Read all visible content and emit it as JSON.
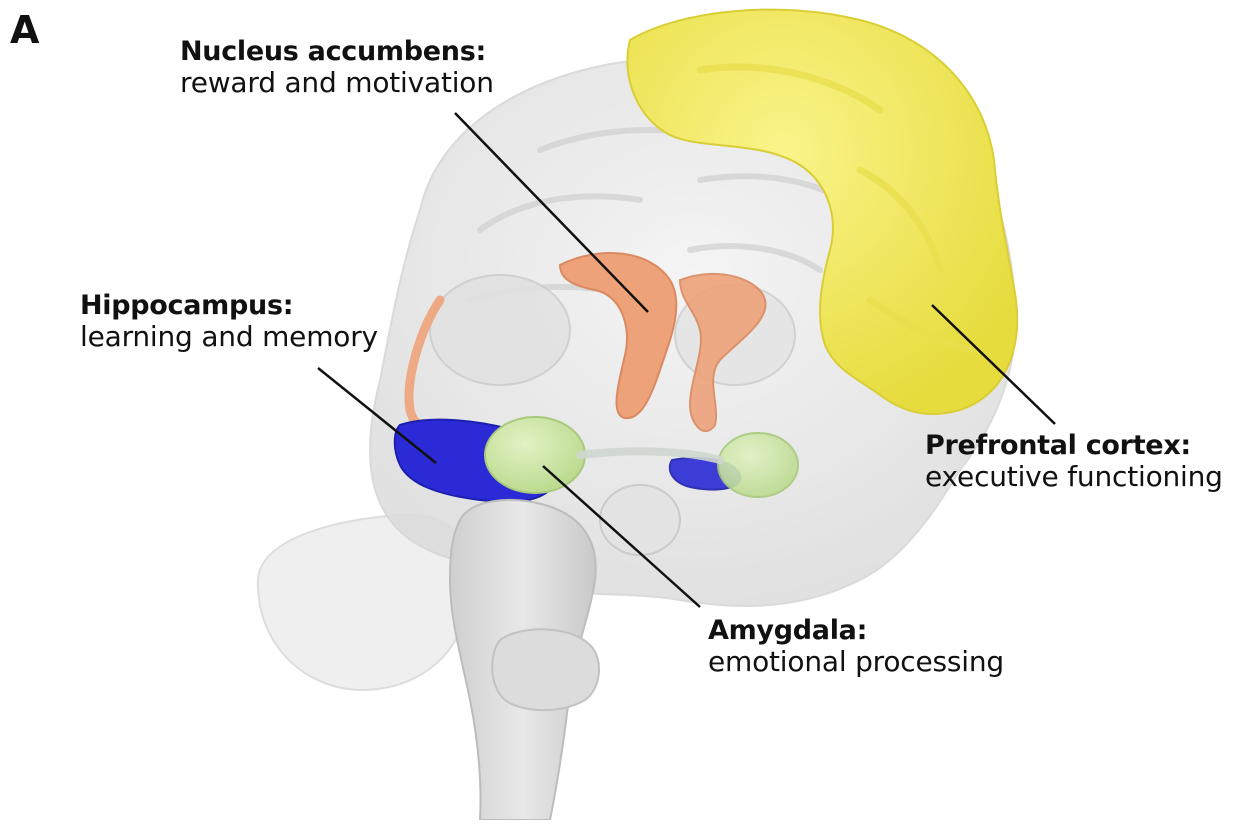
{
  "panel_letter": "A",
  "structures": {
    "nucleus_accumbens": {
      "name": "Nucleus accumbens:",
      "function": "reward and motivation"
    },
    "hippocampus": {
      "name": "Hippocampus:",
      "function": "learning and memory"
    },
    "prefrontal_cortex": {
      "name": "Prefrontal cortex:",
      "function": "executive functioning"
    },
    "amygdala": {
      "name": "Amygdala:",
      "function": "emotional processing"
    }
  },
  "colors": {
    "brain_tissue": "#e6e6e6",
    "brainstem": "#d6d6d6",
    "prefrontal_cortex": "#f2ea5e",
    "nucleus_accumbens": "#eea27a",
    "hippocampus": "#2a2bd6",
    "amygdala": "#cfe6a6",
    "leader_line": "#111111"
  }
}
